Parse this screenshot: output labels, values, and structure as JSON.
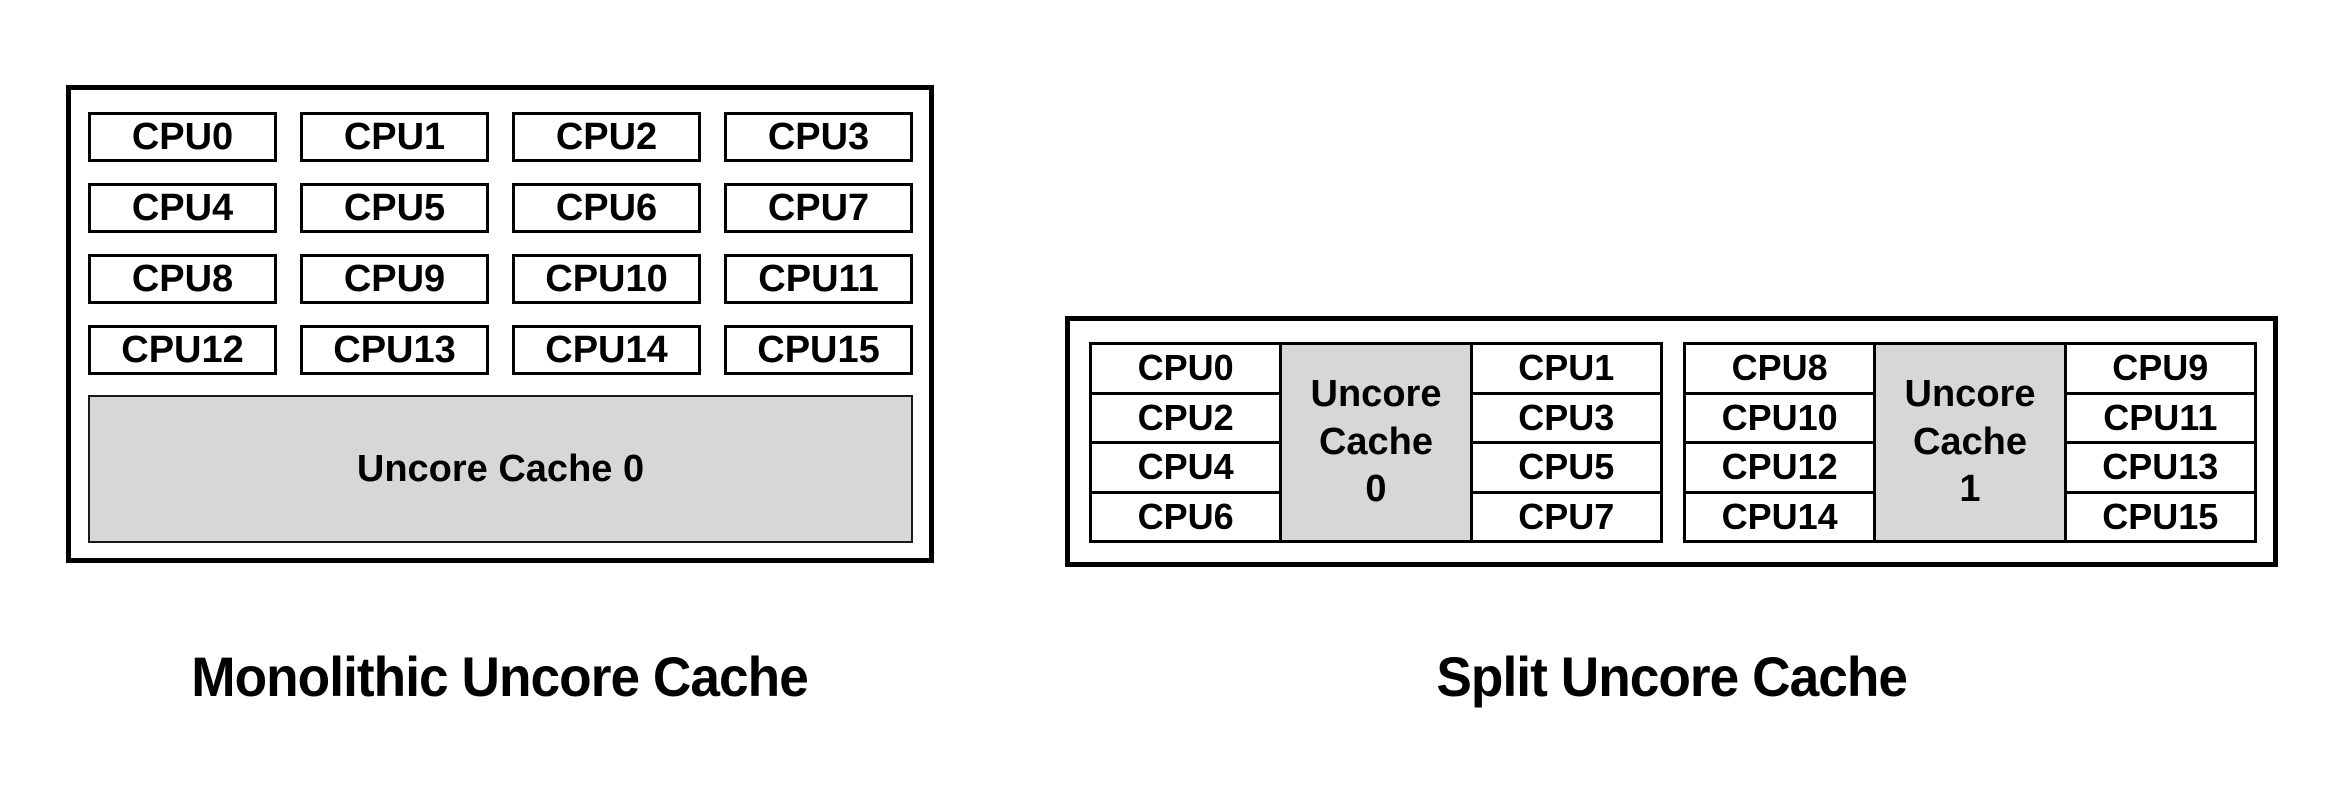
{
  "colors": {
    "background": "#ffffff",
    "border": "#000000",
    "text": "#000000",
    "cache_fill": "#d7d7d7"
  },
  "monolithic": {
    "caption": "Monolithic Uncore Cache",
    "cpus": [
      "CPU0",
      "CPU1",
      "CPU2",
      "CPU3",
      "CPU4",
      "CPU5",
      "CPU6",
      "CPU7",
      "CPU8",
      "CPU9",
      "CPU10",
      "CPU11",
      "CPU12",
      "CPU13",
      "CPU14",
      "CPU15"
    ],
    "cache_label": "Uncore Cache 0"
  },
  "split": {
    "caption": "Split Uncore Cache",
    "groups": [
      {
        "left_cpus": [
          "CPU0",
          "CPU2",
          "CPU4",
          "CPU6"
        ],
        "cache_lines": [
          "Uncore",
          "Cache",
          "0"
        ],
        "right_cpus": [
          "CPU1",
          "CPU3",
          "CPU5",
          "CPU7"
        ]
      },
      {
        "left_cpus": [
          "CPU8",
          "CPU10",
          "CPU12",
          "CPU14"
        ],
        "cache_lines": [
          "Uncore",
          "Cache",
          "1"
        ],
        "right_cpus": [
          "CPU9",
          "CPU11",
          "CPU13",
          "CPU15"
        ]
      }
    ]
  }
}
